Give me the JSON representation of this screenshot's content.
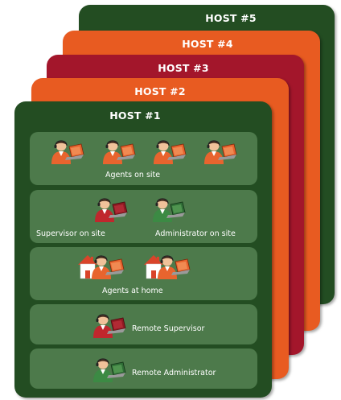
{
  "colors": {
    "host_green": "#234d22",
    "host_orange": "#e85b21",
    "host_red": "#a3162b",
    "panel": "#4d7a4b",
    "agent_shirt": "#e8642e",
    "supervisor_shirt": "#c0272d",
    "admin_shirt": "#3c8a44",
    "skin": "#f0c29a",
    "hair": "#4a3021"
  },
  "hosts": [
    {
      "label": "HOST #5"
    },
    {
      "label": "HOST #4"
    },
    {
      "label": "HOST #3"
    },
    {
      "label": "HOST #2"
    },
    {
      "label": "HOST #1"
    }
  ],
  "groups": {
    "agents_on_site": {
      "label": "Agents on site",
      "icon": "agent-with-laptop-icon",
      "count": 4
    },
    "supervisor_on_site": {
      "label": "Supervisor on site",
      "icon": "supervisor-with-laptop-icon"
    },
    "administrator_on_site": {
      "label": "Administrator on site",
      "icon": "administrator-with-laptop-icon"
    },
    "agents_at_home": {
      "label": "Agents at home",
      "icon": "home-agent-icon",
      "count": 2
    },
    "remote_supervisor": {
      "label": "Remote Supervisor",
      "icon": "supervisor-with-laptop-icon"
    },
    "remote_administrator": {
      "label": "Remote Administrator",
      "icon": "administrator-with-laptop-icon"
    }
  }
}
